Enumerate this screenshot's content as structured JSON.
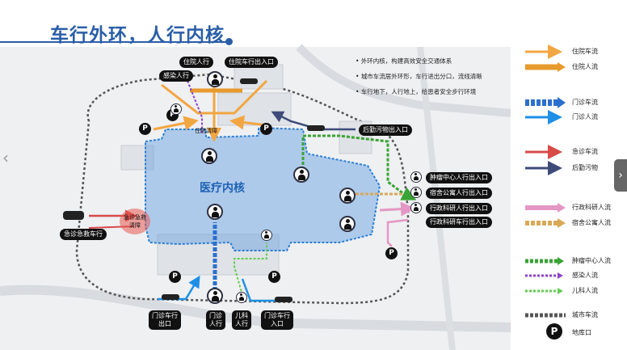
{
  "title": "车行外环，人行内核",
  "notes": [
    "外环内核，构建高效安全交通体系",
    "城市车流居外环形，车行进出分口，流线清晰",
    "车行地下，人行地上，给患者安全步行环境"
  ],
  "map": {
    "core_label": "医疗内核",
    "traffic_junction_label": "住院清障",
    "er_bubble_label": [
      "急诊急救",
      "清障"
    ],
    "parking_symbol": "P",
    "labels": {
      "inpatient_pedestrian": "住院人行",
      "inpatient_vehicle_entry": "住院车行出入口",
      "infection_pedestrian": "感染人行",
      "logistics_entry": "后勤污物出入口",
      "tumor_pedestrian": "肿瘤中心人行出入口",
      "dorm_pedestrian": "宿舍公寓人行出入口",
      "admin_pedestrian": "行政科研人行出入口",
      "admin_vehicle": "行政科研车行出入口",
      "emergency_vehicle": "急诊急救车行",
      "outpatient_vehicle": [
        "门诊车行",
        "出口"
      ],
      "outpatient_pedestrian": [
        "门诊",
        "人行"
      ],
      "pediatric_pedestrian": [
        "儿科",
        "人行"
      ],
      "outpatient_vehicle_entry": [
        "门诊车行",
        "入口"
      ]
    }
  },
  "legend": [
    {
      "label": "住院车流",
      "color": "#f2a641",
      "style": "arrow"
    },
    {
      "label": "住院人流",
      "color": "#e89a2c",
      "style": "arrow-thick"
    },
    {
      "label": "门诊车流",
      "color": "#2b6fcf",
      "style": "dashed-thick"
    },
    {
      "label": "门诊人流",
      "color": "#1e8fe6",
      "style": "arrow"
    },
    {
      "label": "急诊车流",
      "color": "#d84a48",
      "style": "arrow"
    },
    {
      "label": "后勤污物",
      "color": "#3e4b7a",
      "style": "arrow"
    },
    {
      "label": "行政科研人流",
      "color": "#e497c4",
      "style": "arrow-thick"
    },
    {
      "label": "宿舍公寓人流",
      "color": "#d9a857",
      "style": "dashed-thick"
    },
    {
      "label": "肿瘤中心人流",
      "color": "#3aa335",
      "style": "dashed-thick"
    },
    {
      "label": "感染人流",
      "color": "#8e44c9",
      "style": "dashed"
    },
    {
      "label": "儿科人流",
      "color": "#66cc55",
      "style": "dashed"
    },
    {
      "label": "城市车流",
      "color": "#555555",
      "style": "dashed-thick"
    },
    {
      "label": "地库口",
      "color": "#111111",
      "style": "parking"
    }
  ],
  "nav": {
    "prev": "‹",
    "next": "›"
  }
}
